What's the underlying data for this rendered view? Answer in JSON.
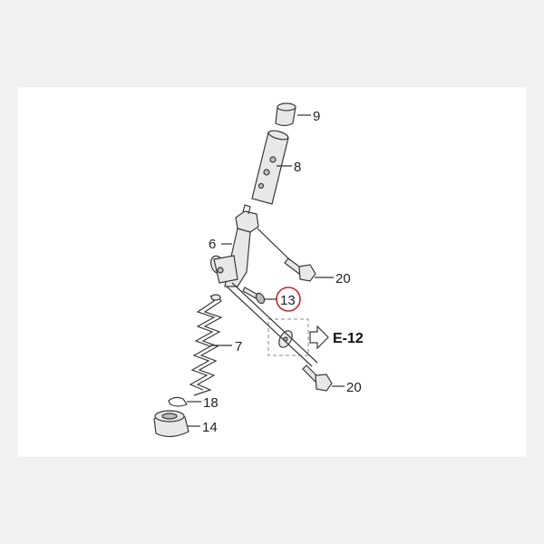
{
  "diagram": {
    "callouts": {
      "p9": "9",
      "p8": "8",
      "p6": "6",
      "p20a": "20",
      "p13": "13",
      "p7": "7",
      "p20b": "20",
      "p18": "18",
      "p14": "14"
    },
    "reference": "E-12",
    "highlighted_callout": "13",
    "colors": {
      "highlight_ring": "#c0282d",
      "line": "#3a3a3a",
      "background": "#ffffff"
    }
  }
}
